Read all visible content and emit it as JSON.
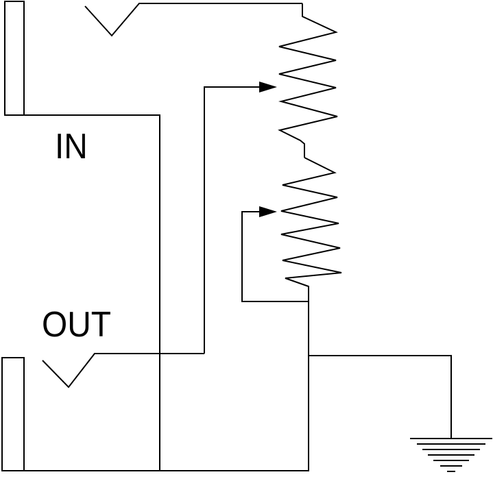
{
  "labels": {
    "input": "IN",
    "output": "OUT"
  },
  "colors": {
    "line": "#000000",
    "background": "#ffffff"
  },
  "components": [
    "input-jack",
    "output-jack",
    "resistor-upper",
    "resistor-lower",
    "wiper-upper-arrow",
    "wiper-lower-arrow",
    "ground-symbol"
  ]
}
